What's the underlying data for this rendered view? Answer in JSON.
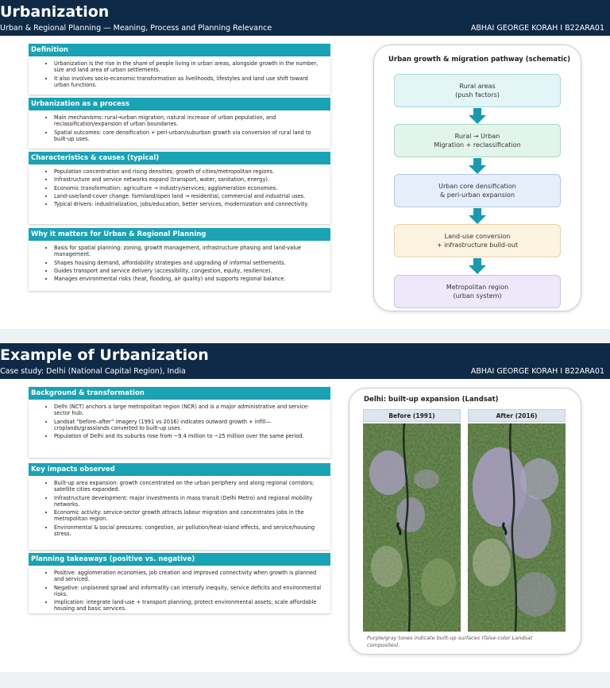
{
  "slide1": {
    "title": "Urbanization",
    "subtitle": "Urban & Regional Planning — Meaning, Process and Planning Relevance",
    "author": "ABHAI GEORGE KORAH I B22ARA01",
    "sections": [
      {
        "heading": "Definition",
        "bullets": [
          "Urbanization is the rise in the share of people living in urban areas, alongside growth in the number, size and land area of urban settlements.",
          "It also involves socio-economic transformation as livelihoods, lifestyles and land use shift toward urban functions."
        ]
      },
      {
        "heading": "Urbanization as a process",
        "bullets": [
          "Main mechanisms: rural→urban migration, natural increase of urban population, and reclassification/expansion of urban boundaries.",
          "Spatial outcomes: core densification + peri-urban/suburban growth via conversion of rural land to built-up uses."
        ]
      },
      {
        "heading": "Characteristics & causes (typical)",
        "bullets": [
          "Population concentration and rising densities; growth of cities/metropolitan regions.",
          "Infrastructure and service networks expand (transport, water, sanitation, energy).",
          "Economic transformation: agriculture → industry/services; agglomeration economies.",
          "Land-use/land-cover change: farmland/open land → residential, commercial and industrial uses.",
          "Typical drivers: industrialization, jobs/education, better services, modernization and connectivity."
        ]
      },
      {
        "heading": "Why it matters for Urban & Regional Planning",
        "bullets": [
          "Basis for spatial planning: zoning, growth management, infrastructure phasing and land-value management.",
          "Shapes housing demand, affordability strategies and upgrading of informal settlements.",
          "Guides transport and service delivery (accessibility, congestion, equity, resilience).",
          "Manages environmental risks (heat, flooding, air quality) and supports regional balance."
        ]
      }
    ],
    "pathway": {
      "title": "Urban growth & migration pathway (schematic)",
      "steps": [
        {
          "line1": "Rural areas",
          "line2": "(push factors)",
          "bg": "#e3f5f7",
          "border": "#a9d9e0"
        },
        {
          "line1": "Rural → Urban",
          "line2": "Migration + reclassification",
          "bg": "#e2f5ec",
          "border": "#a8d9c0"
        },
        {
          "line1": "Urban core densification",
          "line2": "& peri-urban expansion",
          "bg": "#e6eefb",
          "border": "#b4c8ea"
        },
        {
          "line1": "Land-use conversion",
          "line2": "+ infrastructure build-out",
          "bg": "#fdf3e1",
          "border": "#ecd3a1"
        },
        {
          "line1": "Metropolitan region",
          "line2": "(urban system)",
          "bg": "#efe8fa",
          "border": "#cfc0ea"
        }
      ],
      "arrow_color": "#169bb0"
    }
  },
  "slide2": {
    "title": "Example of Urbanization",
    "subtitle": "Case study: Delhi (National Capital Region), India",
    "author": "ABHAI GEORGE KORAH I B22ARA01",
    "sections": [
      {
        "heading": "Background & transformation",
        "bullets": [
          "Delhi (NCT) anchors a large metropolitan region (NCR) and is a major administrative and service-sector hub.",
          "Landsat “before–after” imagery (1991 vs 2016) indicates outward growth + infill—croplands/grasslands converted to built-up uses.",
          "Population of Delhi and its suburbs rose from ~9.4 million to ~25 million over the same period."
        ]
      },
      {
        "heading": "Key impacts observed",
        "bullets": [
          "Built-up area expansion: growth concentrated on the urban periphery and along regional corridors; satellite cities expanded.",
          "Infrastructure development: major investments in mass transit (Delhi Metro) and regional mobility networks.",
          "Economic activity: service-sector growth attracts labour migration and concentrates jobs in the metropolitan region.",
          "Environmental & social pressures: congestion, air pollution/heat-island effects, and service/housing stress."
        ]
      },
      {
        "heading": "Planning takeaways (positive vs. negative)",
        "bullets": [
          "Positive: agglomeration economies, job creation and improved connectivity when growth is planned and serviced.",
          "Negative: unplanned sprawl and informality can intensify inequity, service deficits and environmental risks.",
          "Implication: integrate land-use + transport planning; protect environmental assets; scale affordable housing and basic services."
        ]
      }
    ],
    "landsat": {
      "title": "Delhi: built-up expansion (Landsat)",
      "before_label": "Before (1991)",
      "after_label": "After (2016)",
      "caption": "Purple/gray tones indicate built-up surfaces (false-color Landsat composites)."
    }
  }
}
